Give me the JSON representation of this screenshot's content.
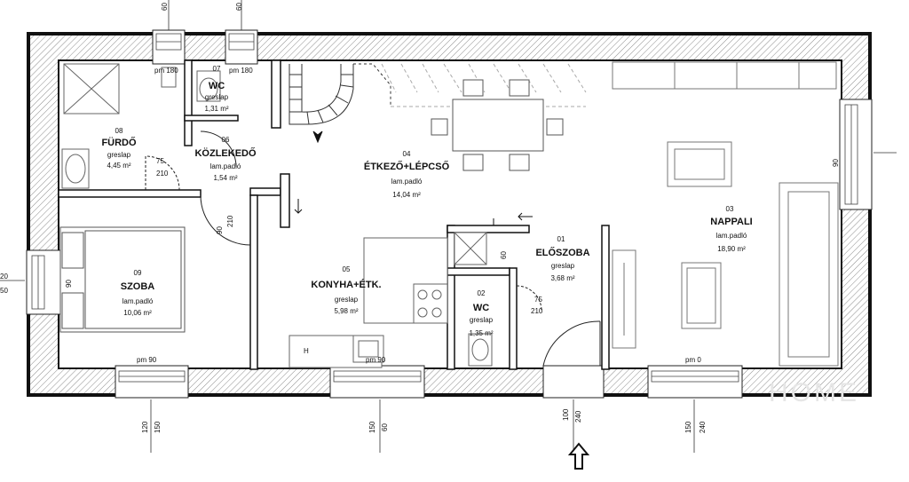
{
  "rooms": [
    {
      "id": "furdo",
      "num": "08",
      "name": "FÜRDŐ",
      "material": "greslap",
      "area": "4,45 m²"
    },
    {
      "id": "wc-upper",
      "num": "07",
      "name": "WC",
      "material": "greslap",
      "area": "1,31 m²"
    },
    {
      "id": "kozlekedo",
      "num": "06",
      "name": "KÖZLEKEDŐ",
      "material": "lam.padló",
      "area": "1,54 m²"
    },
    {
      "id": "etkezo",
      "num": "04",
      "name": "ÉTKEZŐ+LÉPCSŐ",
      "material": "lam.padló",
      "area": "14,04 m²"
    },
    {
      "id": "nappali",
      "num": "03",
      "name": "NAPPALI",
      "material": "lam.padló",
      "area": "18,90 m²"
    },
    {
      "id": "szoba",
      "num": "09",
      "name": "SZOBA",
      "material": "lam.padló",
      "area": "10,06 m²"
    },
    {
      "id": "konyha",
      "num": "05",
      "name": "KONYHA+ÉTK.",
      "material": "greslap",
      "area": "5,98 m²"
    },
    {
      "id": "eloszoba",
      "num": "01",
      "name": "ELŐSZOBA",
      "material": "greslap",
      "area": "3,68 m²"
    },
    {
      "id": "wc-lower",
      "num": "02",
      "name": "WC",
      "material": "greslap",
      "area": "1,35 m²"
    }
  ],
  "dimensions": {
    "pm180_a": "pm 180",
    "pm180_b": "pm 180",
    "pm90_a": "pm 90",
    "pm90_b": "pm 90",
    "pm0": "pm 0",
    "d75_a": "75",
    "d210_a": "210",
    "d75_b": "75",
    "d210_b": "210",
    "d90_a": "90",
    "d210_c": "210",
    "d90_b": "90",
    "d60": "60",
    "d20": "20",
    "d50": "50",
    "d90_c": "90",
    "d60_top_a": "60",
    "d60_top_b": "60",
    "b120": "120",
    "b150_a": "150",
    "b150_b": "150",
    "b60": "60",
    "b100": "100",
    "b240_a": "240",
    "b150_c": "150",
    "b240_b": "240"
  },
  "appliance_label": "H",
  "watermark": "HOME",
  "colors": {
    "wall": "#111111",
    "hatch": "#9a9a9a",
    "line": "#333333",
    "light": "#bbbbbb"
  }
}
